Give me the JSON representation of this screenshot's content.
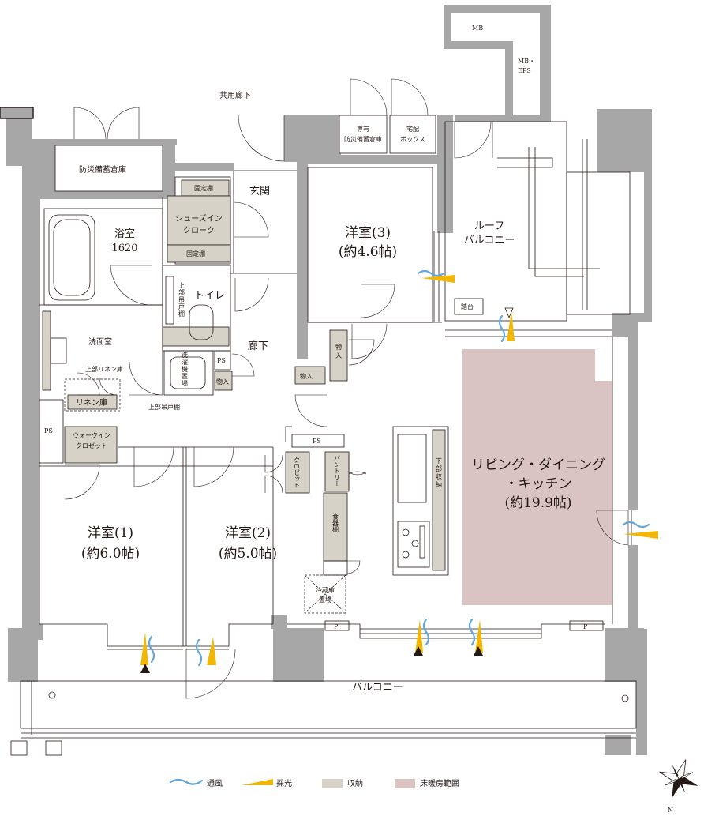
{
  "plan": {
    "corridor": "共用廊下",
    "mb_top": "MB",
    "mb_eps": "MB・\nEPS",
    "disaster_storage": "防災備蓄倉庫",
    "private_disaster_storage": "専有\n防災備蓄倉庫",
    "delivery_box": "宅配\nボックス",
    "entrance": "玄関",
    "fixed_shelf_top": "固定棚",
    "shoes_in_closet": "シューズイン\nクローク",
    "fixed_shelf_bottom": "固定棚",
    "bathroom": "浴室\n1620",
    "toilet": "トイレ",
    "upper_cabinet_toilet": "上\n部\n吊\n戸\n棚",
    "washroom": "洗面室",
    "washing_machine": "洗\n濯\n機\n置\n場",
    "ps_wash": "PS",
    "storage_wash": "物入",
    "upper_linen": "上部リネン庫",
    "linen": "リネン庫",
    "upper_cabinet": "上部吊戸棚",
    "ps_left": "PS",
    "walk_in_closet": "ウォークイン\nクロゼット",
    "hallway": "廊下",
    "storage_hall_right": "物\n入",
    "storage_hall_left": "物入",
    "western_room_3": "洋室(3)\n(約4.6帖)",
    "roof_balcony": "ルーフ\nバルコニー",
    "step": "踏台",
    "ps_center": "PS",
    "closet": "クロゼット",
    "pantry": "パントリー",
    "cupboard": "食器棚",
    "fridge": "冷蔵庫\n置場",
    "lower_storage": "下\n部\n収\n納",
    "ldk": "リビング・ダイニング\n・キッチン\n(約19.9帖)",
    "western_room_1": "洋室(1)\n(約6.0帖)",
    "western_room_2": "洋室(2)\n(約5.0帖)",
    "p_left": "P",
    "p_right": "P",
    "balcony": "バルコニー"
  },
  "legend": {
    "ventilation": "通風",
    "daylight": "採光",
    "storage": "収納",
    "floor_heating": "床暖房範囲"
  },
  "compass": {
    "north": "N"
  },
  "colors": {
    "wall": "#a7a7a7",
    "storage": "#d6d2c8",
    "floor_heating": "#d9c3c3",
    "ventilation": "#63a6d8",
    "daylight": "#f2b705"
  }
}
